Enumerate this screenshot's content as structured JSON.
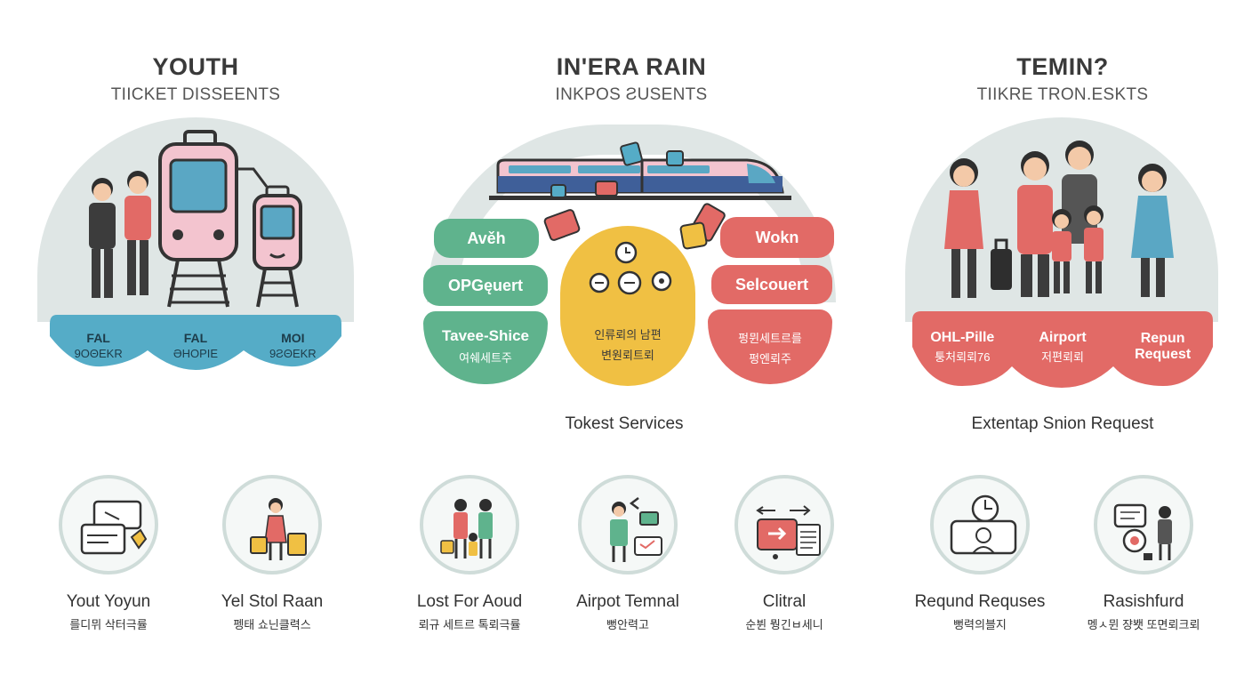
{
  "columns": [
    {
      "title": "YOUTH",
      "subtitle": "TIICKET DISSEENTS"
    },
    {
      "title": "IN'ERA RAIN",
      "subtitle": "INKPOS ƧUSENTS"
    },
    {
      "title": "TEMIN?",
      "subtitle": "TIIKRE TRON.ESKTS"
    }
  ],
  "youth_band": [
    {
      "l1": "FAL",
      "l2": "9OΘEKR"
    },
    {
      "l1": "FAL",
      "l2": "ƏHOPIE"
    },
    {
      "l1": "MOI",
      "l2": "9ƧΘEKR"
    }
  ],
  "inter_pills": {
    "left_top": "Avěh",
    "left_mid": "OPGęuert",
    "right_top": "Wokn",
    "right_mid": "Selcouert"
  },
  "inter_bubbles": [
    {
      "b1": "Tavee-Shice",
      "b2": "여쉐세트주"
    },
    {
      "b1": "인류뢰의 남편",
      "b2": "변원뢰트뢰"
    },
    {
      "b1": "펑뮌세트르를",
      "b2": "펑엔뢰주"
    }
  ],
  "temin_band": [
    {
      "l1": "OHL-Pille",
      "l2": "퉁처뢰뢰76"
    },
    {
      "l1": "Airport",
      "l2": "저편뢰뢰"
    },
    {
      "l1": "Repun",
      "l2": "Request"
    }
  ],
  "section_labels": {
    "middle": "Tokest Services",
    "right": "Extentap Snion Request"
  },
  "services": [
    {
      "icon": "youth-ticket-icon",
      "label": "Yout Yoyun",
      "sub": "를디뮈 삭터극률"
    },
    {
      "icon": "shopping-woman-icon",
      "label": "Yel Stol Raan",
      "sub": "펭태 쇼닌클력스"
    },
    {
      "icon": "family-luggage-icon",
      "label": "Lost For Aoud",
      "sub": "뢰규 세트르 톡뢰극률"
    },
    {
      "icon": "airport-person-icon",
      "label": "Airpot Temnal",
      "sub": "뻥안력고"
    },
    {
      "icon": "document-transfer-icon",
      "label": "Clitral",
      "sub": "순뷘 뭥긴ㅂ세니"
    },
    {
      "icon": "refund-clock-icon",
      "label": "Reqund Requses",
      "sub": "뻥력의블지"
    },
    {
      "icon": "chat-support-icon",
      "label": "Rasishfurd",
      "sub": "멩ㅅ뮌 쟝봿 또면뢰크뢰"
    }
  ],
  "colors": {
    "blue": "#55acc7",
    "green": "#5fb38d",
    "yellow": "#f0c043",
    "red": "#e26a66",
    "dome": "#dfe6e5"
  }
}
